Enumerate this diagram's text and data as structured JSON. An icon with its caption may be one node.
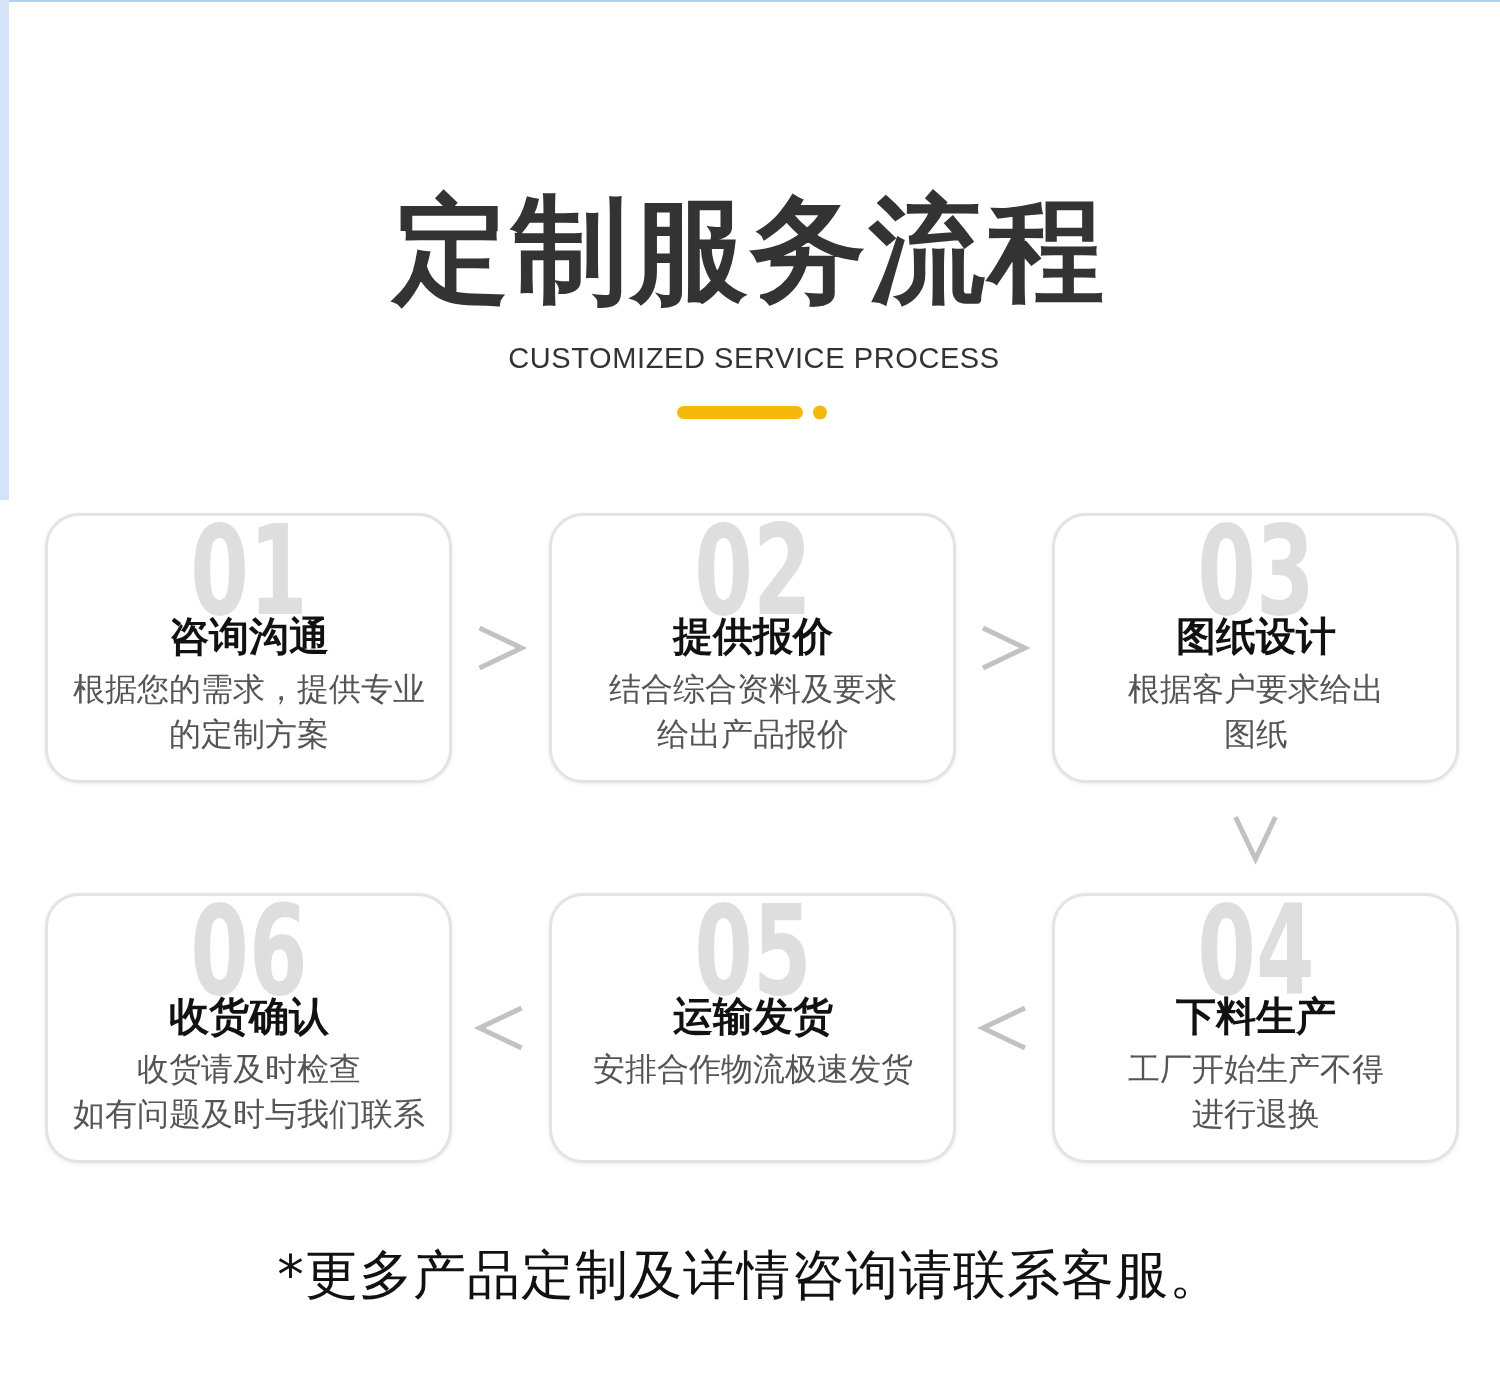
{
  "diagram": {
    "title": "定制服务流程",
    "nodes": [
      {
        "text": [
          "01",
          "咨询沟通",
          "根据您的需求，提供专业的定制方案"
        ]
      },
      {
        "text": [
          "02",
          "提供报价",
          "结合综合资料及要求给出产品报价"
        ]
      },
      {
        "text": [
          "03",
          "图纸设计",
          "根据客户要求给出图纸"
        ]
      },
      {
        "text": [
          "04",
          "下料生产",
          "工厂开始生产不得进行退换"
        ]
      },
      {
        "text": [
          "05",
          "运输发货",
          "安排合作物流极速发货"
        ]
      },
      {
        "text": [
          "06",
          "收货确认",
          "收货请及时检查如有问题及时与我们联系"
        ]
      }
    ],
    "edges": [
      {
        "from": 0,
        "to": 1,
        "arrow": "to"
      },
      {
        "from": 1,
        "to": 2,
        "arrow": "to"
      },
      {
        "from": 2,
        "to": 3,
        "arrow": "to"
      },
      {
        "from": 3,
        "to": 4,
        "arrow": "to"
      },
      {
        "from": 4,
        "to": 5,
        "arrow": "to"
      }
    ],
    "labels": [
      "CUSTOMIZED SERVICE PROCESS"
    ],
    "caption": "*更多产品定制及详情咨询请联系客服。"
  }
}
